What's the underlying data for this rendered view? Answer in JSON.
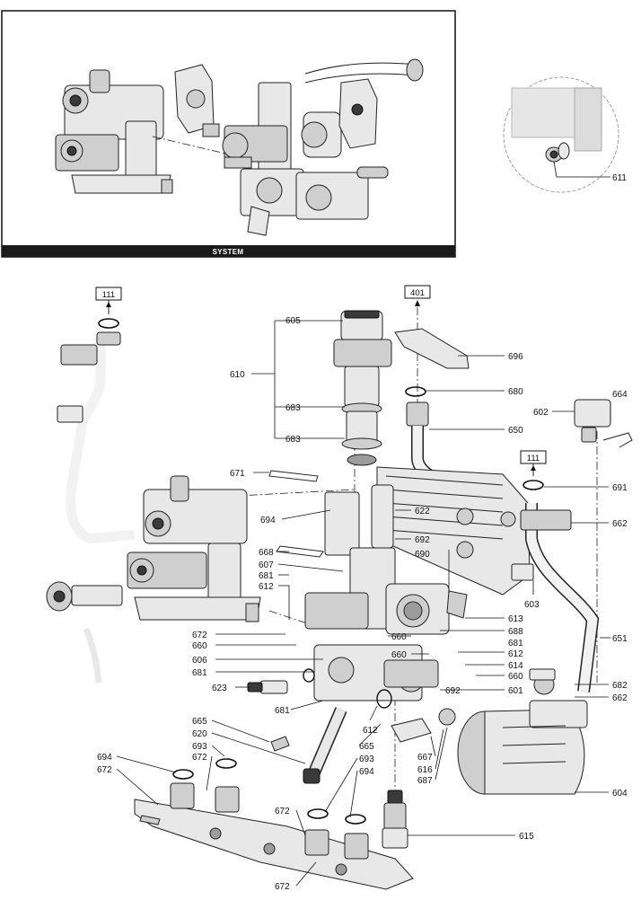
{
  "inset": {
    "banner_label": "SYSTEM",
    "detail_label": "611"
  },
  "refs": {
    "top_left": "111",
    "top_center": "401",
    "right": "111"
  },
  "labels": {
    "l605": "605",
    "l610": "610",
    "l683a": "683",
    "l683b": "683",
    "l696": "696",
    "l680": "680",
    "l602": "602",
    "l664": "664",
    "l650": "650",
    "l691": "691",
    "l671": "671",
    "l622": "622",
    "l694a": "694",
    "l662a": "662",
    "l692a": "692",
    "l690": "690",
    "l668": "668",
    "l607": "607",
    "l681a": "681",
    "l612a": "612",
    "l603": "603",
    "l613": "613",
    "l688": "688",
    "l672a": "672",
    "l660a": "660",
    "l660b": "660",
    "l681b": "681",
    "l660c": "660",
    "l612b": "612",
    "l651": "651",
    "l606": "606",
    "l614": "614",
    "l681c": "681",
    "l660d": "660",
    "l682": "682",
    "l623": "623",
    "l692b": "692",
    "l601": "601",
    "l662b": "662",
    "l681d": "681",
    "l665a": "665",
    "l612c": "612",
    "l620": "620",
    "l665b": "665",
    "l667": "667",
    "l693a": "693",
    "l616": "616",
    "l694b": "694",
    "l672b": "672",
    "l687": "687",
    "l604": "604",
    "l672c": "672",
    "l693b": "693",
    "l694c": "694",
    "l672d": "672",
    "l615": "615",
    "l672e": "672"
  }
}
